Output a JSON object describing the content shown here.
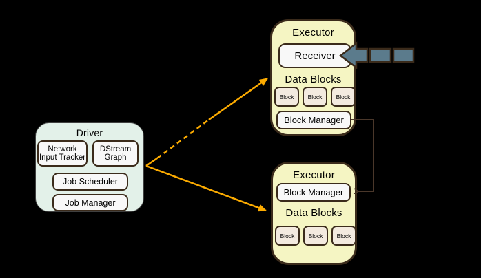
{
  "colors": {
    "bg": "#000000",
    "accent": "#FCAB00",
    "driver-fill": "#E3F1E9",
    "executor-fill": "#F5F5C3",
    "box-fill": "#F8F8F8",
    "block-fill": "#F3EADF",
    "border-brown": "#3B2B1B",
    "stream-fill": "#5B7B8C"
  },
  "driver": {
    "title": "Driver",
    "items": [
      {
        "label": "Network Input Tracker"
      },
      {
        "label": "DStream Graph"
      },
      {
        "label": "Job Scheduler"
      },
      {
        "label": "Job Manager"
      }
    ]
  },
  "executors": [
    {
      "title": "Executor",
      "receiver": "Receiver",
      "data_blocks": "Data Blocks",
      "blocks": [
        "Block",
        "Block",
        "Block"
      ],
      "block_manager": "Block Manager"
    },
    {
      "title": "Executor",
      "data_blocks": "Data Blocks",
      "blocks": [
        "Block",
        "Block",
        "Block"
      ],
      "block_manager": "Block Manager"
    }
  ]
}
